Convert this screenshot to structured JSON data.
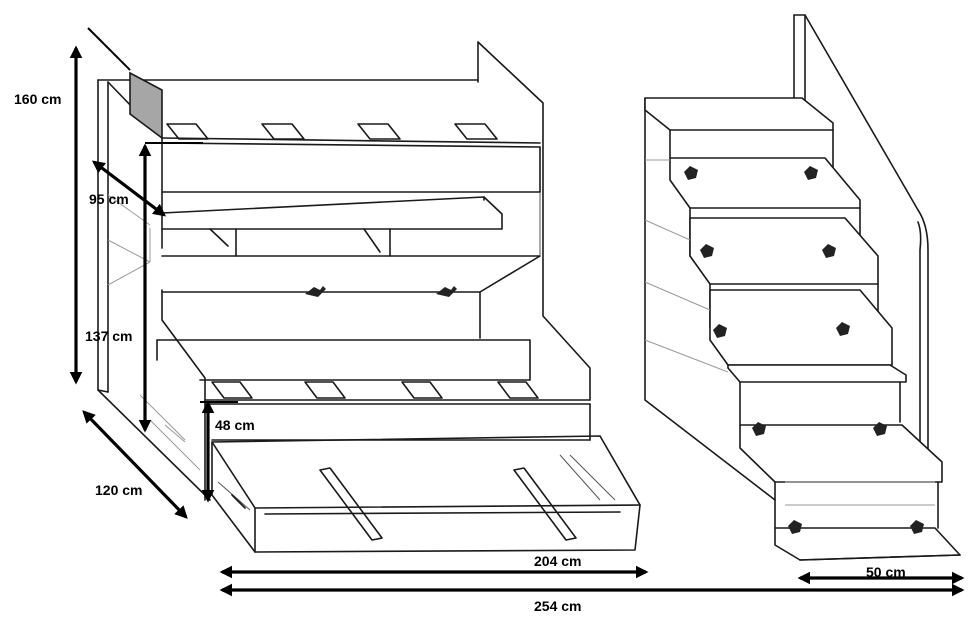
{
  "dimensions": {
    "height_total": "160 cm",
    "depth_upper": "95 cm",
    "height_upper": "137 cm",
    "height_lower": "48 cm",
    "depth": "120 cm",
    "width_bed": "204 cm",
    "width_stairs": "50 cm",
    "width_total": "254 cm"
  },
  "colors": {
    "line": "#1a1a1a",
    "shade": "#a6a6a6",
    "dimension_arrow": "#000000"
  }
}
